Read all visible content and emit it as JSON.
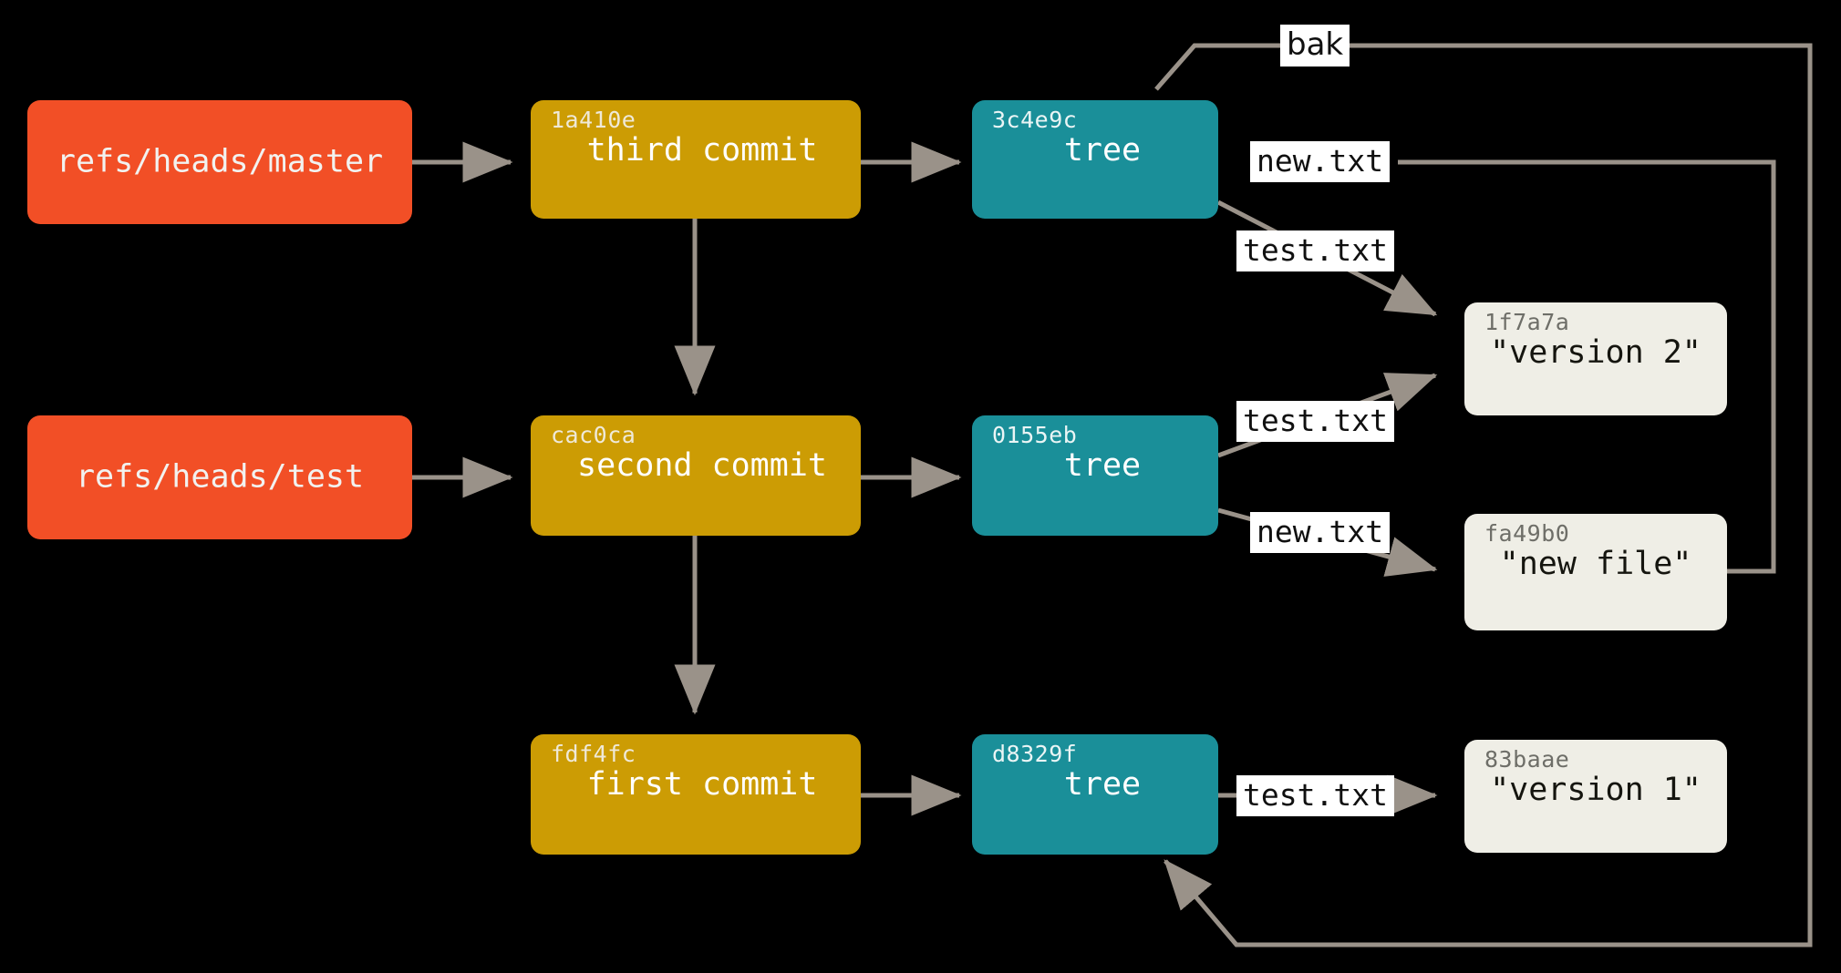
{
  "diagram": {
    "title": "Git object model: refs, commits, trees and blobs",
    "background": "#000000",
    "colors": {
      "ref": "#f24f26",
      "commit": "#cc9c04",
      "tree": "#1a8f99",
      "blob": "#efeee6",
      "edge": "#9a9289",
      "label_background": "#ffffff",
      "label_text": "#101010"
    }
  },
  "refs": [
    {
      "id": "ref-master",
      "label": "refs/heads/master"
    },
    {
      "id": "ref-test",
      "label": "refs/heads/test"
    }
  ],
  "commits": [
    {
      "id": "commit-third",
      "hash": "1a410e",
      "message": "third commit"
    },
    {
      "id": "commit-second",
      "hash": "cac0ca",
      "message": "second commit"
    },
    {
      "id": "commit-first",
      "hash": "fdf4fc",
      "message": "first commit"
    }
  ],
  "trees": [
    {
      "id": "tree-3c4e9c",
      "hash": "3c4e9c",
      "type": "tree"
    },
    {
      "id": "tree-0155eb",
      "hash": "0155eb",
      "type": "tree"
    },
    {
      "id": "tree-d8329f",
      "hash": "d8329f",
      "type": "tree"
    }
  ],
  "blobs": [
    {
      "id": "blob-1f7a7a",
      "hash": "1f7a7a",
      "content": "\"version 2\""
    },
    {
      "id": "blob-fa49b0",
      "hash": "fa49b0",
      "content": "\"new file\""
    },
    {
      "id": "blob-83baae",
      "hash": "83baae",
      "content": "\"version 1\""
    }
  ],
  "edge_labels": [
    {
      "id": "label-bak",
      "text": "bak",
      "font": "sans",
      "from": "tree-3c4e9c",
      "to": "tree-d8329f"
    },
    {
      "id": "label-new-top",
      "text": "new.txt",
      "font": "monospace",
      "from": "tree-3c4e9c",
      "to": "blob-fa49b0"
    },
    {
      "id": "label-test-top",
      "text": "test.txt",
      "font": "monospace",
      "from": "tree-3c4e9c",
      "to": "blob-1f7a7a"
    },
    {
      "id": "label-test-mid",
      "text": "test.txt",
      "font": "monospace",
      "from": "tree-0155eb",
      "to": "blob-1f7a7a"
    },
    {
      "id": "label-new-mid",
      "text": "new.txt",
      "font": "monospace",
      "from": "tree-0155eb",
      "to": "blob-fa49b0"
    },
    {
      "id": "label-test-bot",
      "text": "test.txt",
      "font": "monospace",
      "from": "tree-d8329f",
      "to": "blob-83baae"
    }
  ]
}
